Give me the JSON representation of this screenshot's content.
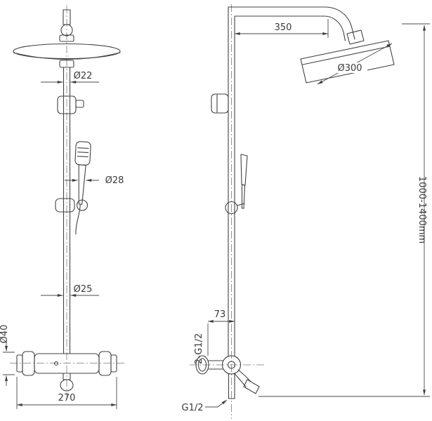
{
  "page": {
    "background": "#ffffff",
    "line_color": "#424242"
  },
  "labels": {
    "front": {
      "pipe_top_diameter": "Ø22",
      "hand_shower_diameter": "Ø28",
      "riser_diameter": "Ø25",
      "mixer_diameter": "Ø40",
      "mixer_width": "270"
    },
    "side": {
      "arm_length": "350",
      "head_diameter": "Ø300",
      "height_range": "1000-1400mm",
      "wall_offset": "73",
      "inlets": "2-G1/2",
      "outlet": "G1/2"
    }
  }
}
